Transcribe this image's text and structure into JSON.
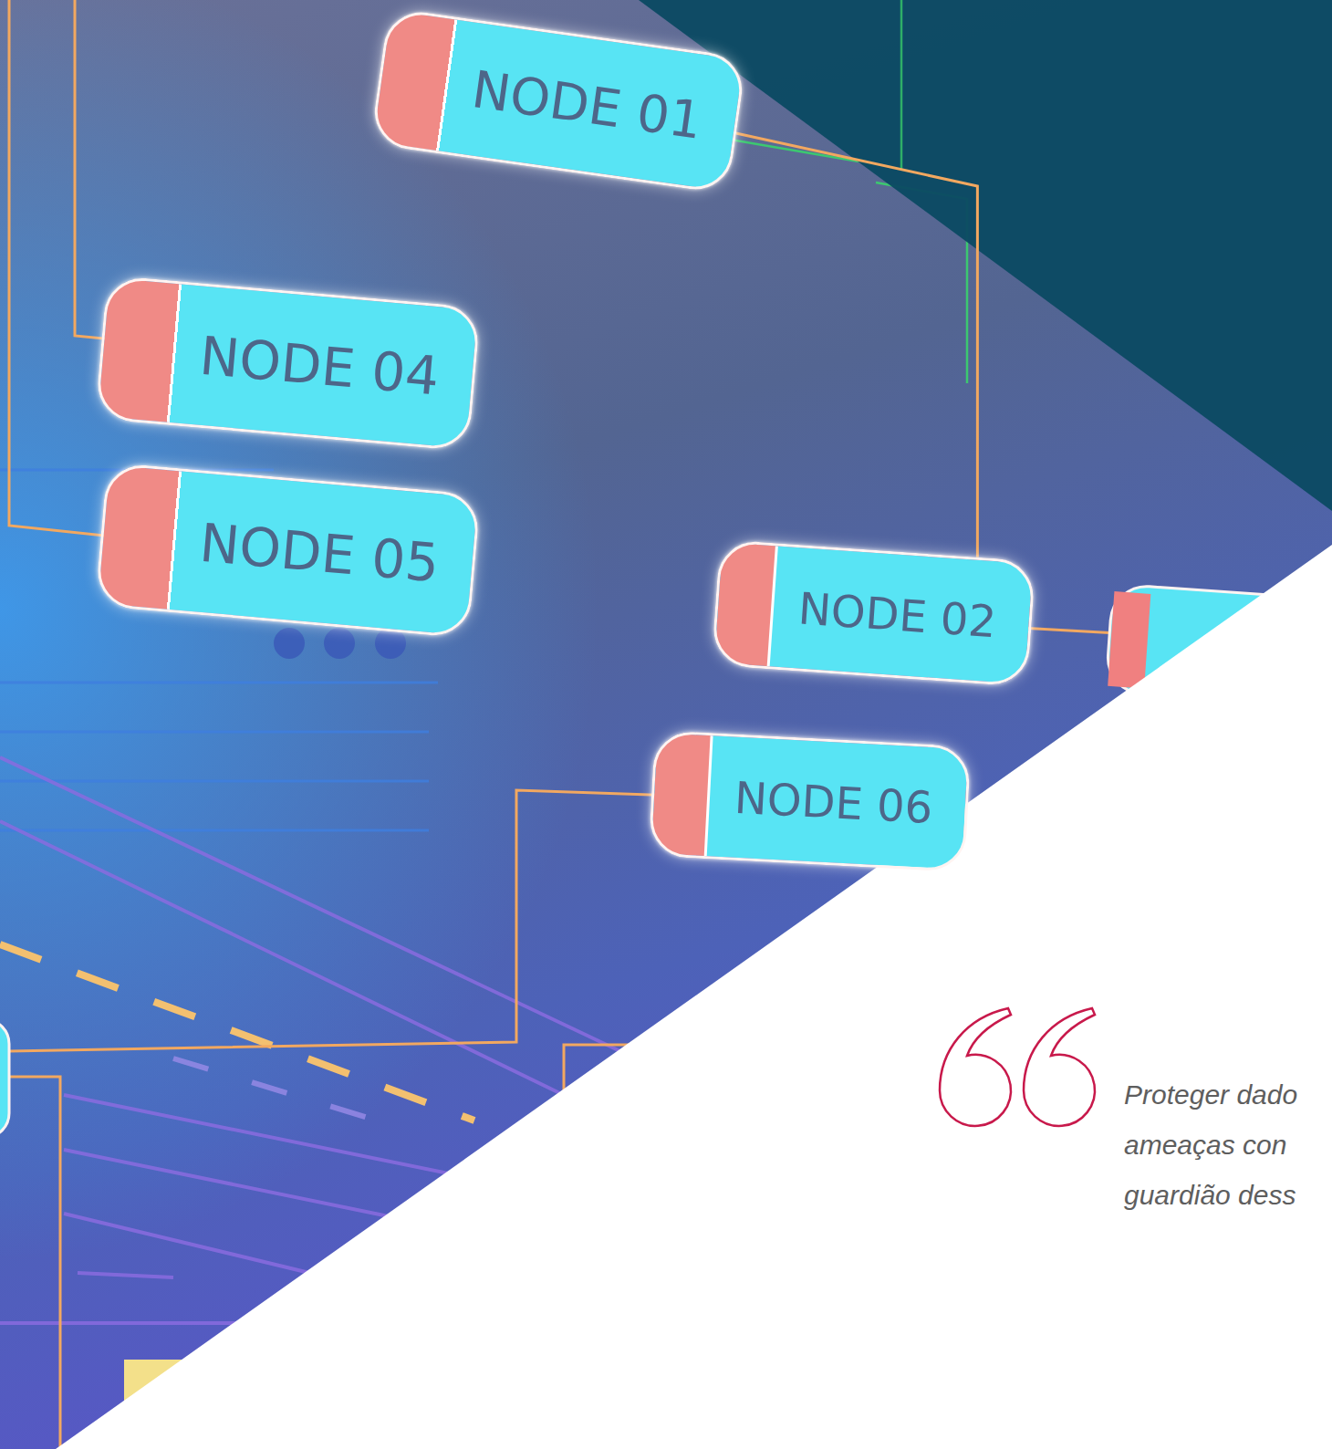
{
  "diagram": {
    "nodes": [
      {
        "text": [
          "NODE 01"
        ]
      },
      {
        "text": [
          "NODE 04"
        ]
      },
      {
        "text": [
          "NODE 05"
        ]
      },
      {
        "text": [
          "NODE 02"
        ]
      },
      {
        "text": [
          "NODE 06"
        ]
      }
    ],
    "edges": [
      {
        "from": 0,
        "to": 3,
        "arrow": "none"
      }
    ],
    "labels": [
      "Proteger dado ameaças con guardião dess"
    ]
  }
}
